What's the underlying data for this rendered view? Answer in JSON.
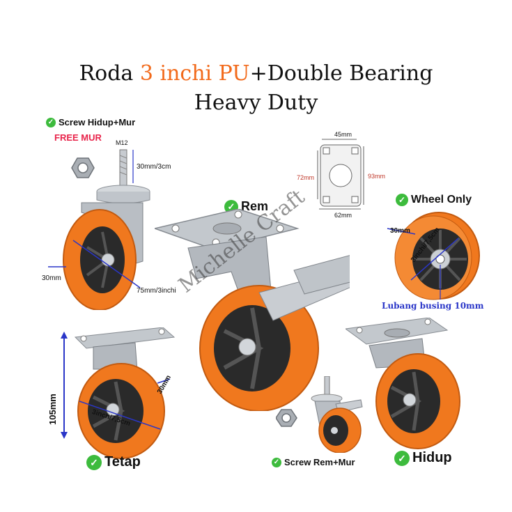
{
  "title": {
    "line1_pre": "Roda ",
    "line1_highlight": "3 inchi PU",
    "line1_post": "+Double Bearing",
    "line2": "Heavy Duty"
  },
  "labels": {
    "screw_hidup_mur": "Screw Hidup+Mur",
    "free_mur": "FREE MUR",
    "m12": "M12",
    "height_30mm_3cm": "30mm/3cm",
    "width_30mm_left": "30mm",
    "diameter_75mm": "75mm/3inchi",
    "rem": "Rem",
    "plate_45mm": "45mm",
    "plate_72mm": "72mm",
    "plate_93mm": "93mm",
    "plate_62mm": "62mm",
    "wheel_only": "Wheel Only",
    "wheel_30mm": "30mm",
    "wheel_3inchi": "3inchi/7,5cm",
    "lubang_busing": "Lubang busing 10mm",
    "watermark": "Michelle Craft",
    "height_105mm": "105mm",
    "tetap_30mm": "30mm",
    "tetap_3inch": "3inch/7,5cm",
    "tetap": "Tetap",
    "screw_rem_mur": "Screw Rem+Mur",
    "hidup": "Hidup"
  },
  "colors": {
    "wheel_orange": "#f0781e",
    "hub_black": "#2a2a2a",
    "metal": "#b9bec4",
    "check_green": "#3dbb3d",
    "dimension_blue": "#2a36c8",
    "free_mur_red": "#e8234a",
    "title_accent": "#f26a1b"
  }
}
